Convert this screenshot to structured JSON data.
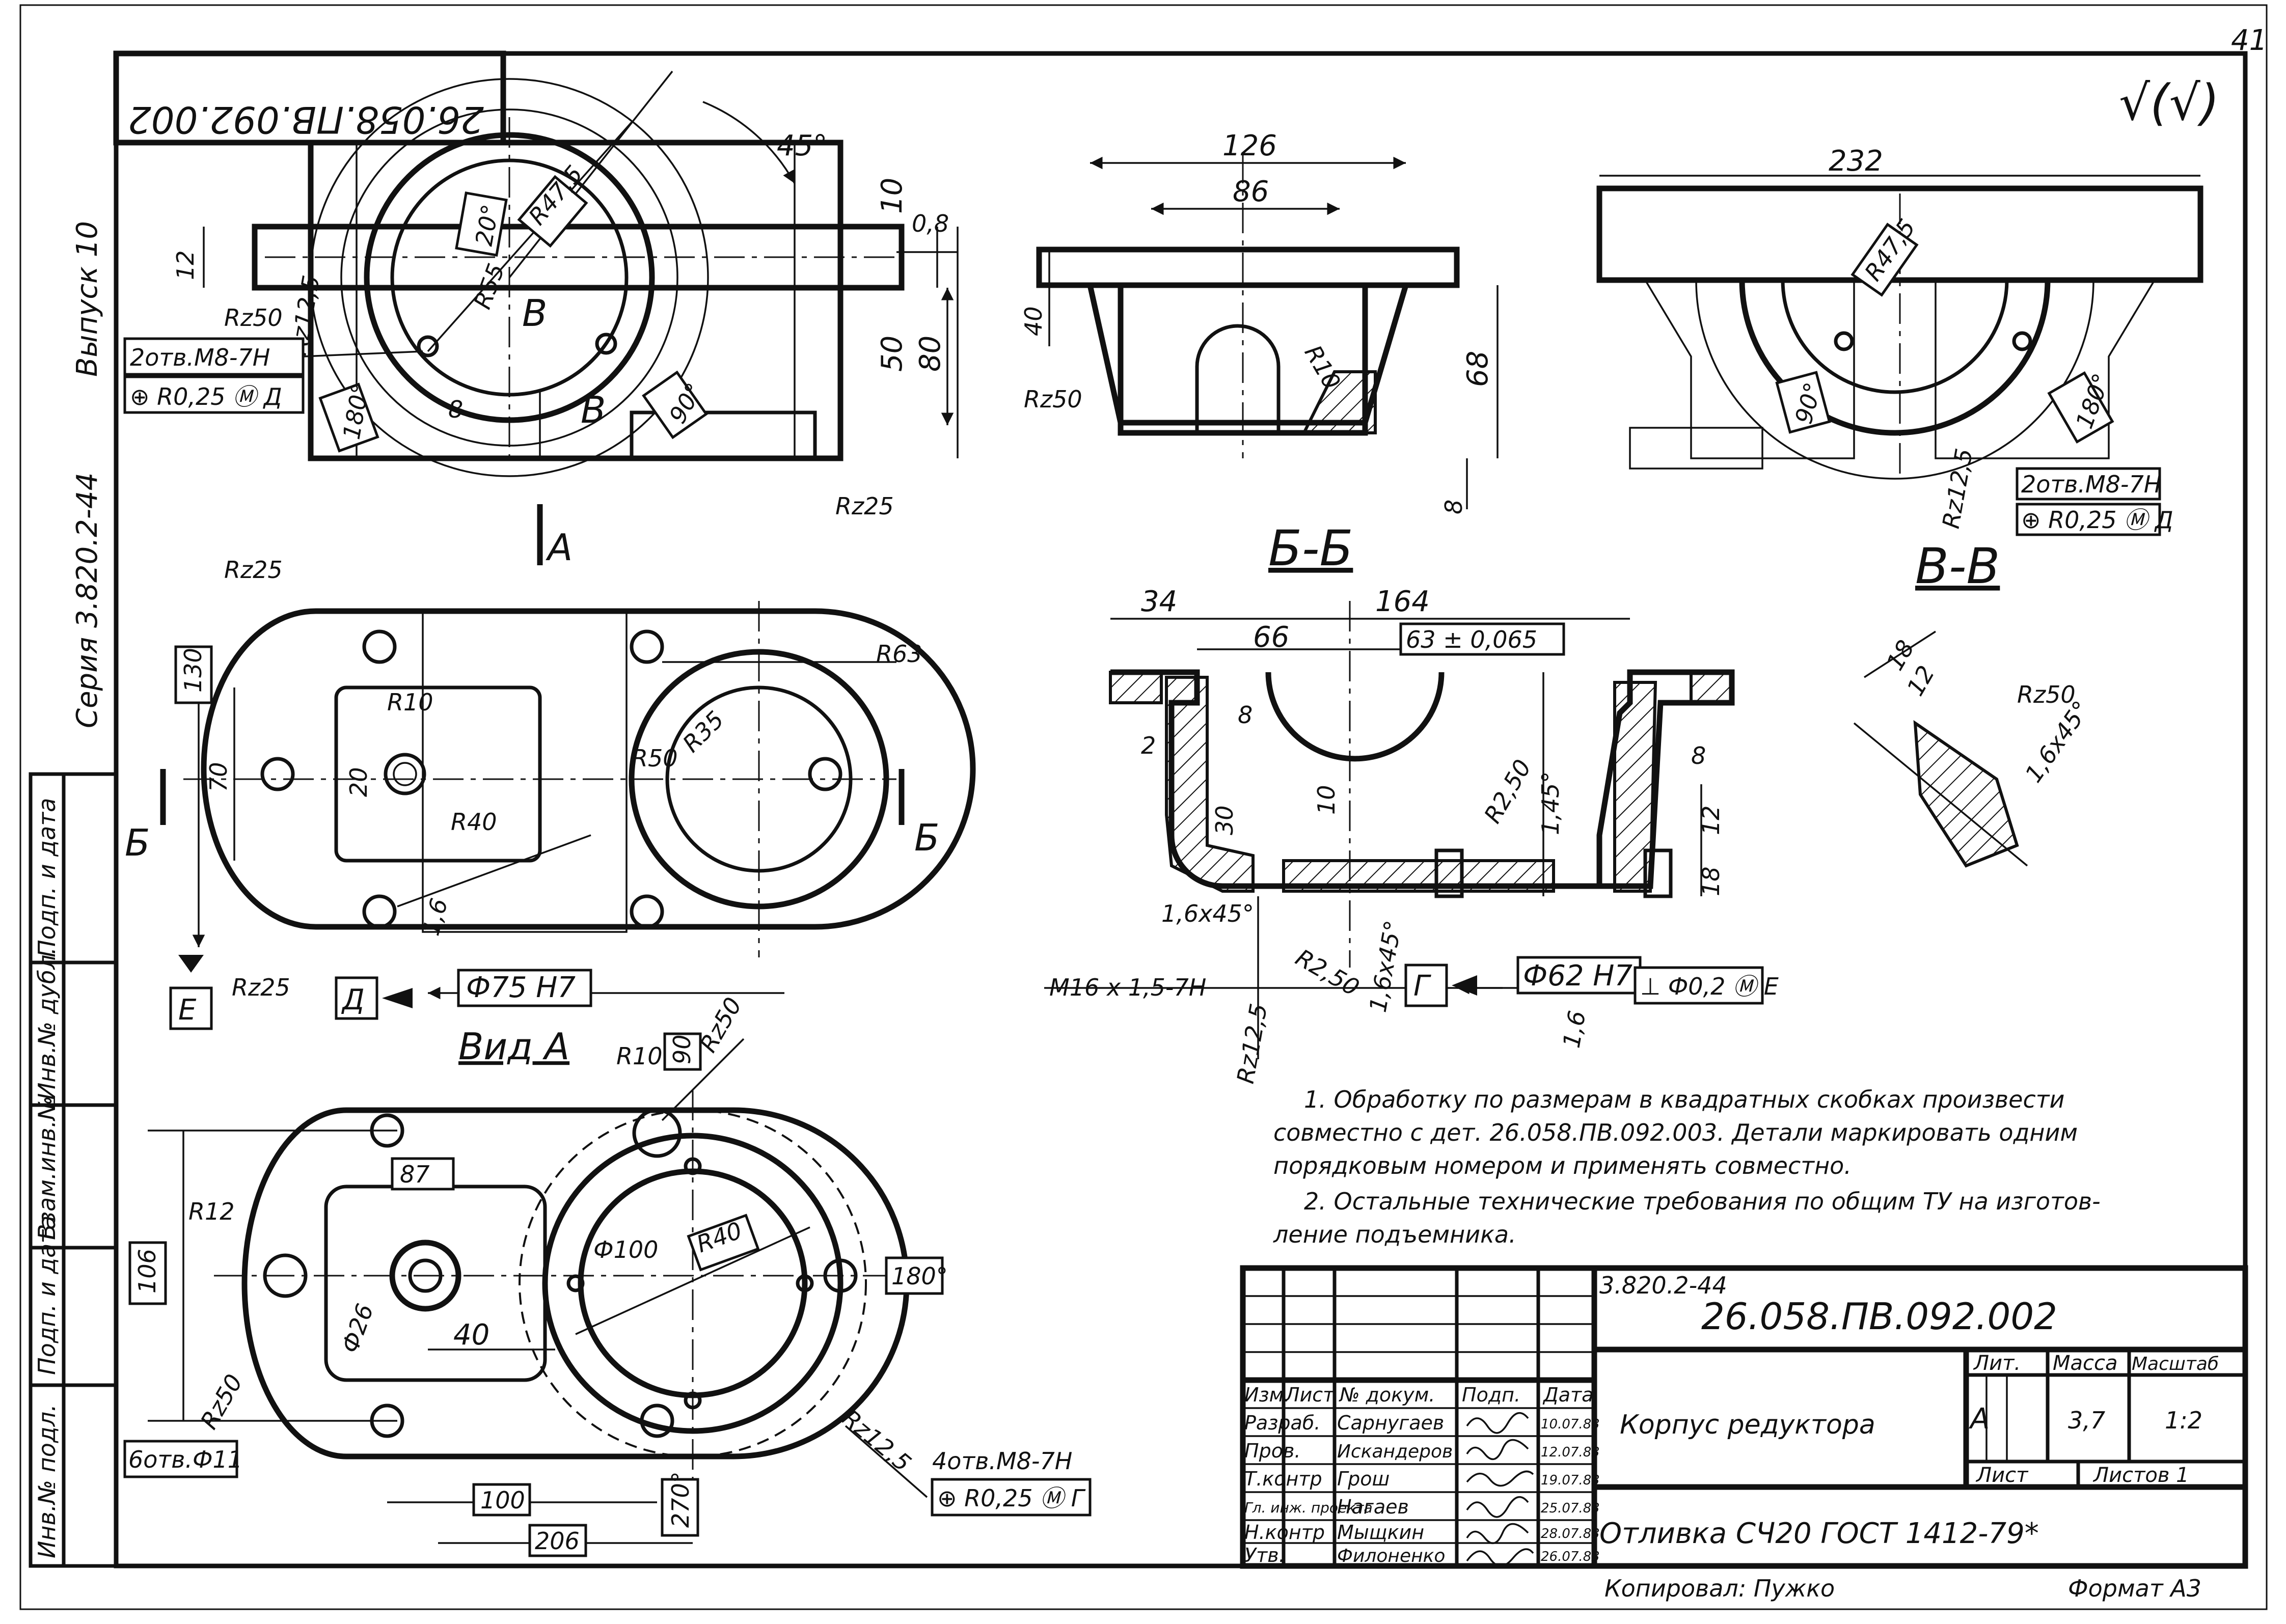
{
  "sheet": {
    "page_number": "41",
    "drawing_number_upside_down": "26.058.ПВ.092.002",
    "roughness_symbol": "√(√)",
    "series": "Серия 3.820.2-44",
    "issue": "Выпуск 10",
    "format": "Формат А3",
    "copied_by": "Копировал: Пужко"
  },
  "left_strip": [
    "Инв.№ подл.",
    "Подп. и дата",
    "Взам.инв.№",
    "Инв.№ дубл.",
    "Подп. и дата"
  ],
  "views": {
    "top_view": {
      "dims": [
        "45°",
        "10",
        "0,8",
        "12",
        "50",
        "80",
        "8",
        "R55",
        "R47,5",
        "Rz50",
        "Rz12,5",
        "Rz25"
      ],
      "boxed": [
        "20°",
        "180°",
        "90°"
      ],
      "labels": [
        "В",
        "В"
      ],
      "callout_line1": "2отв.М8-7Н",
      "callout_line2": "⊕ R0,25 Ⓜ Д",
      "arrow_label": "А"
    },
    "section_bb_top": {
      "dims": [
        "126",
        "86",
        "40",
        "68",
        "8",
        "R10",
        "Rz50"
      ]
    },
    "section_vv": {
      "title": "В-В",
      "dims": [
        "232",
        "Rz12,5"
      ],
      "boxed": [
        "R47,5",
        "90°",
        "180°"
      ],
      "callout_line1": "2отв.М8-7Н",
      "callout_line2": "⊕ R0,25 Ⓜ Д"
    },
    "plan_view": {
      "dims": [
        "Rz25",
        "R63",
        "R10",
        "R35",
        "R50",
        "20",
        "70",
        "R40",
        "1,6",
        "Rz25"
      ],
      "boxed": [
        "130"
      ],
      "labels": [
        "Б",
        "Б"
      ],
      "datum_e": "Е",
      "datum_d": "Д",
      "bore": "Ф75 Н7"
    },
    "section_bb": {
      "title": "Б-Б",
      "dims": [
        "34",
        "164",
        "66",
        "8",
        "2",
        "8",
        "10",
        "30",
        "R2,50",
        "1,45°",
        "12",
        "18",
        "1,6x45°",
        "R2,50",
        "1,6x45°",
        "Rz12,5",
        "1,6"
      ],
      "boxed": [
        "63 ± 0,065",
        "Ф62 Н7"
      ],
      "thread": "М16 x 1,5-7Н",
      "datum_g": "Г",
      "tolerance": "⊥ Ф0,2 Ⓜ Е"
    },
    "detail": {
      "dims": [
        "18",
        "12",
        "Rz50",
        "1,6x45°"
      ]
    },
    "view_a": {
      "title": "Вид А",
      "dims": [
        "R10",
        "Rz50",
        "R12",
        "Ф100",
        "Ф26",
        "40",
        "Rz50",
        "Rz12,5"
      ],
      "boxed": [
        "90",
        "87",
        "R40",
        "106",
        "180°",
        "6отв.Ф11",
        "100",
        "270°",
        "206"
      ],
      "callout_line1": "4отв.М8-7Н",
      "callout_line2": "⊕ R0,25 Ⓜ Г"
    }
  },
  "notes": [
    "1. Обработку по размерам в квадратных скобках произвести",
    "совместно с дет. 26.058.ПВ.092.003. Детали маркировать одним",
    "порядковым номером и применять совместно.",
    "2. Остальные технические требования по общим ТУ на изготов-",
    "ление подъемника."
  ],
  "title_block": {
    "series_ref": "3.820.2-44",
    "code": "26.058.ПВ.092.002",
    "name": "Корпус редуктора",
    "material": "Отливка СЧ20 ГОСТ 1412-79*",
    "headers": {
      "izm": "Изм.",
      "list": "Лист",
      "doc": "№ докум.",
      "sign": "Подп.",
      "date": "Дата"
    },
    "people": [
      {
        "role": "Разраб.",
        "name": "Сарнугаев",
        "date": "10.07.83"
      },
      {
        "role": "Пров.",
        "name": "Искандеров",
        "date": "12.07.83"
      },
      {
        "role": "Т.контр",
        "name": "Грош",
        "date": "19.07.83"
      },
      {
        "role": "Гл. инж. проекта",
        "name": "Нагаев",
        "date": "25.07.83"
      },
      {
        "role": "Н.контр",
        "name": "Мыщкин",
        "date": "28.07.83"
      },
      {
        "role": "Утв.",
        "name": "Филоненко",
        "date": "26.07.83"
      }
    ],
    "lit_label": "Лит.",
    "mass_label": "Масса",
    "scale_label": "Масштаб",
    "lit_value": "А",
    "mass_value": "3,7",
    "scale_value": "1:2",
    "sheet_label": "Лист",
    "sheets_label": "Листов 1"
  }
}
